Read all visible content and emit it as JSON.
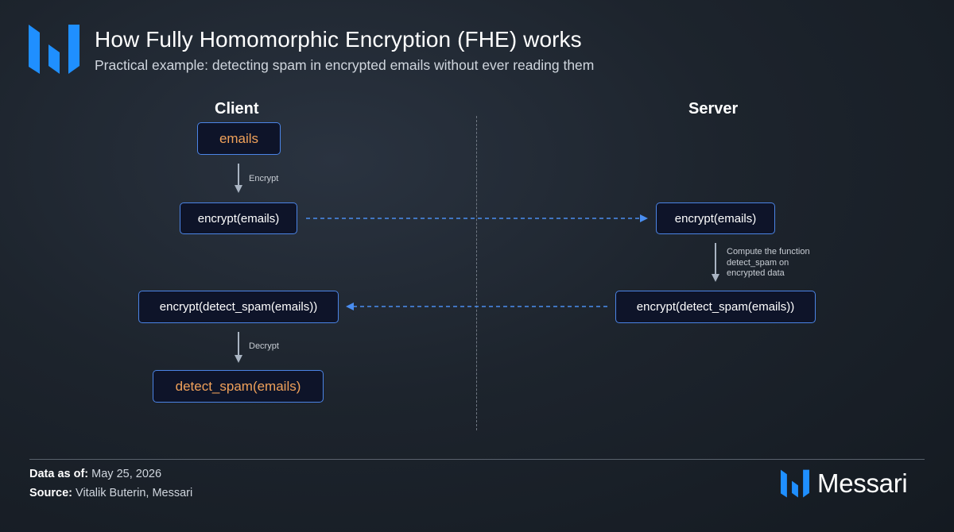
{
  "header": {
    "title": "How Fully Homomorphic Encryption (FHE) works",
    "subtitle": "Practical example: detecting spam in encrypted emails without ever reading them"
  },
  "columns": {
    "client": "Client",
    "server": "Server"
  },
  "nodes": {
    "emails": "emails",
    "client_encrypted": "encrypt(emails)",
    "server_encrypted": "encrypt(emails)",
    "server_result": "encrypt(detect_spam(emails))",
    "client_encrypted_result": "encrypt(detect_spam(emails))",
    "result": "detect_spam(emails)"
  },
  "edge_labels": {
    "encrypt": "Encrypt",
    "compute": [
      "Compute the function",
      "detect_spam on",
      "encrypted data"
    ],
    "decrypt": "Decrypt"
  },
  "footer": {
    "data_as_of_label": "Data as of:",
    "data_as_of_value": " May 25, 2026",
    "source_label": "Source:",
    "source_value": " Vitalik Buterin, Messari"
  },
  "brand": {
    "name": "Messari"
  },
  "colors": {
    "node_border": "#4b84e6",
    "node_fill": "#0e1429",
    "accent_text": "#f0a15a",
    "transfer_arrow": "#4a8ef0",
    "local_arrow": "#a9b4c2",
    "logo_blue": "#1f8fff"
  }
}
